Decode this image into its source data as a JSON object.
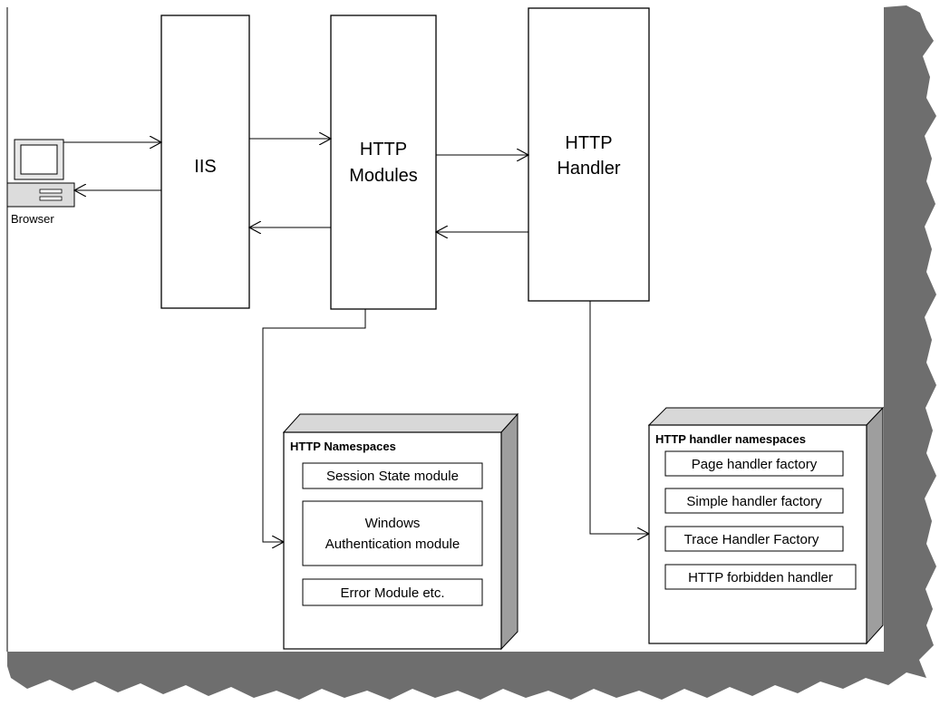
{
  "diagram": {
    "browser_label": "Browser",
    "iis_label": "IIS",
    "modules_label": [
      "HTTP",
      "Modules"
    ],
    "handler_label": [
      "HTTP",
      "Handler"
    ],
    "http_namespaces": {
      "title": "HTTP Namespaces",
      "items": [
        [
          "Session State module"
        ],
        [
          "Windows",
          "Authentication module"
        ],
        [
          "Error Module etc."
        ]
      ]
    },
    "handler_namespaces": {
      "title": "HTTP handler namespaces",
      "items": [
        [
          "Page handler factory"
        ],
        [
          "Simple handler factory"
        ],
        [
          "Trace Handler Factory"
        ],
        [
          "HTTP forbidden handler"
        ]
      ]
    }
  }
}
